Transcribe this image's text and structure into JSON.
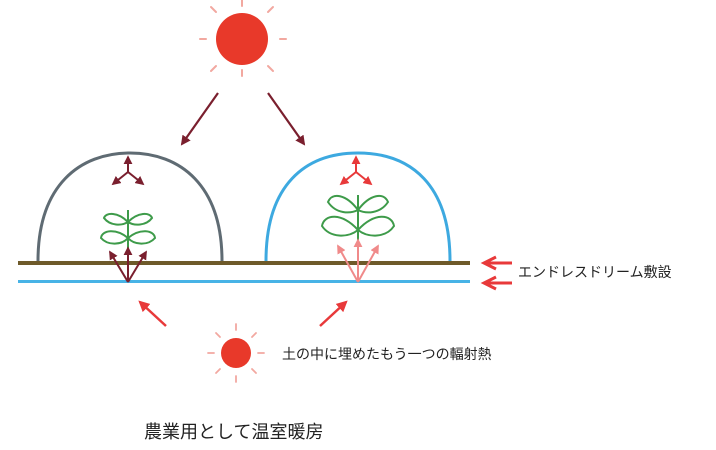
{
  "labels": {
    "endless_dream": "エンドレスドリーム敷設",
    "buried_radiant": "土の中に埋めたもう一つの輻射熱",
    "caption": "農業用として温室暖房"
  },
  "colors": {
    "sun": "#e8392a",
    "sun_ray": "#f2a8a0",
    "arrow_dark": "#7a1f2e",
    "arrow_red": "#e8393a",
    "arrow_pink": "#f08a8a",
    "dome_gray": "#5f6b73",
    "dome_blue": "#3da9e0",
    "ground": "#6e5a2a",
    "heat_line": "#47b3e6",
    "plant": "#3e9b4a"
  },
  "icons": [
    "sun-icon",
    "plant-icon",
    "heat-source-icon"
  ]
}
